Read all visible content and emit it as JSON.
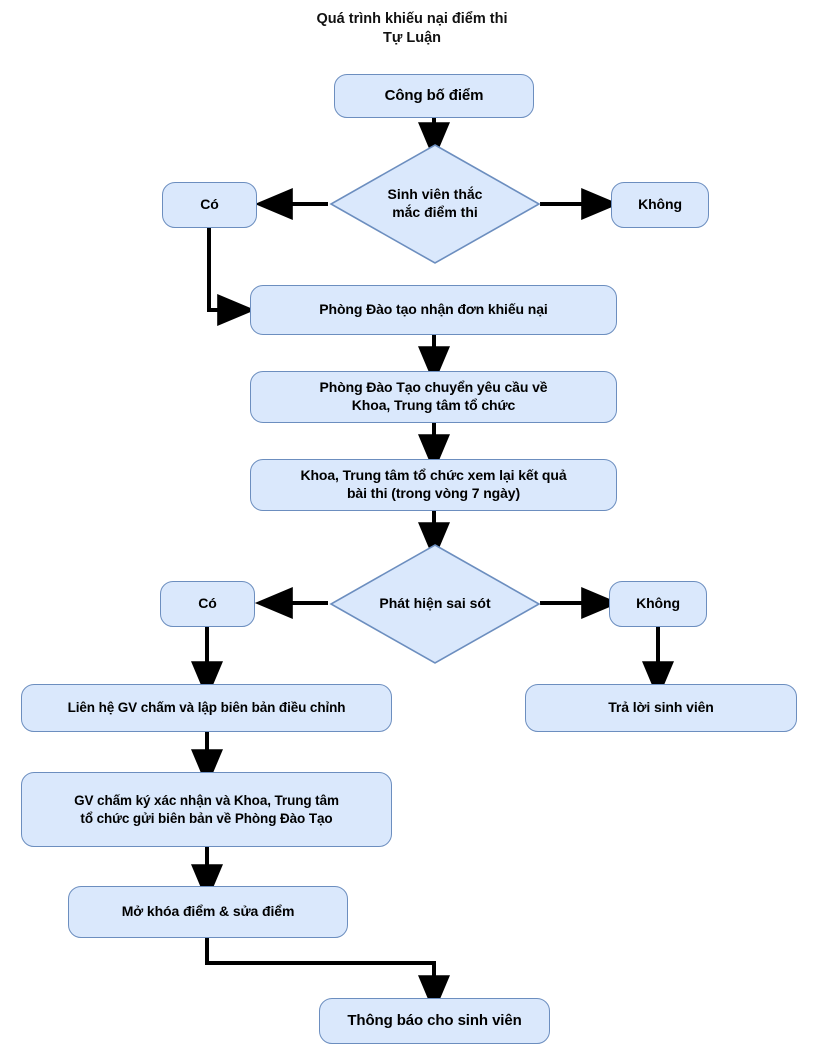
{
  "diagram": {
    "title": "Quá trình khiếu nại điểm thi\nTự Luận",
    "colors": {
      "node_fill": "#dae8fc",
      "node_border": "#6c8ebf",
      "edge": "#000000",
      "text": "#000000",
      "background": "#ffffff"
    },
    "nodes": {
      "publish_scores": {
        "label": "Công bố điểm",
        "shape": "rounded-rect"
      },
      "decision_student_question": {
        "label": "Sinh viên thắc\nmắc điểm thi",
        "shape": "diamond"
      },
      "yes_1": {
        "label": "Có",
        "shape": "rounded-rect"
      },
      "no_1": {
        "label": "Không",
        "shape": "rounded-rect"
      },
      "training_office_receives": {
        "label": "Phòng Đào tạo nhận đơn khiếu nại",
        "shape": "rounded-rect"
      },
      "training_office_forwards": {
        "label": "Phòng Đào Tạo chuyển yêu cầu về\nKhoa, Trung tâm tổ chức",
        "shape": "rounded-rect"
      },
      "faculty_reviews": {
        "label": "Khoa, Trung tâm tổ chức xem lại kết quả\nbài thi (trong vòng 7 ngày)",
        "shape": "rounded-rect"
      },
      "decision_error_found": {
        "label": "Phát hiện sai sót",
        "shape": "diamond"
      },
      "yes_2": {
        "label": "Có",
        "shape": "rounded-rect"
      },
      "no_2": {
        "label": "Không",
        "shape": "rounded-rect"
      },
      "reply_student": {
        "label": "Trả lời sinh viên",
        "shape": "rounded-rect"
      },
      "contact_grader": {
        "label": "Liên hệ GV chấm và lập biên bản điều chỉnh",
        "shape": "rounded-rect"
      },
      "grader_signs": {
        "label": "GV chấm ký xác nhận và Khoa, Trung tâm\ntổ chức gửi biên bản về Phòng Đào Tạo",
        "shape": "rounded-rect"
      },
      "unlock_edit_score": {
        "label": "Mở khóa điểm & sửa điểm",
        "shape": "rounded-rect"
      },
      "notify_student": {
        "label": "Thông báo cho sinh viên",
        "shape": "rounded-rect"
      }
    },
    "edges": [
      {
        "from": "publish_scores",
        "to": "decision_student_question",
        "label": ""
      },
      {
        "from": "decision_student_question",
        "to": "yes_1",
        "label": ""
      },
      {
        "from": "decision_student_question",
        "to": "no_1",
        "label": ""
      },
      {
        "from": "yes_1",
        "to": "training_office_receives",
        "label": ""
      },
      {
        "from": "training_office_receives",
        "to": "training_office_forwards",
        "label": ""
      },
      {
        "from": "training_office_forwards",
        "to": "faculty_reviews",
        "label": ""
      },
      {
        "from": "faculty_reviews",
        "to": "decision_error_found",
        "label": ""
      },
      {
        "from": "decision_error_found",
        "to": "yes_2",
        "label": ""
      },
      {
        "from": "decision_error_found",
        "to": "no_2",
        "label": ""
      },
      {
        "from": "no_2",
        "to": "reply_student",
        "label": ""
      },
      {
        "from": "yes_2",
        "to": "contact_grader",
        "label": ""
      },
      {
        "from": "contact_grader",
        "to": "grader_signs",
        "label": ""
      },
      {
        "from": "grader_signs",
        "to": "unlock_edit_score",
        "label": ""
      },
      {
        "from": "unlock_edit_score",
        "to": "notify_student",
        "label": ""
      }
    ]
  }
}
